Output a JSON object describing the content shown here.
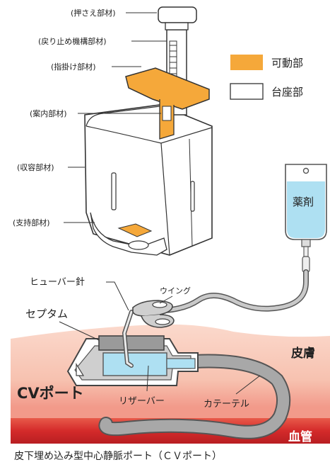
{
  "device_labels": {
    "pusher": "(押さえ部材)",
    "stopper": "(戻り止め機構部材)",
    "finger": "(指掛け部材)",
    "guide": "(案内部材)",
    "housing": "(収容部材)",
    "support": "(支持部材)"
  },
  "legend": {
    "movable": "可動部",
    "base": "台座部",
    "movable_color": "#f5a83a",
    "base_color": "#ffffff"
  },
  "port_labels": {
    "huber_needle": "ヒューバー針",
    "wing": "ウイング",
    "septum": "セプタム",
    "cv_port": "CVポート",
    "reservoir": "リザーバー",
    "catheter": "カテーテル",
    "skin": "皮膚",
    "blood_vessel": "血管",
    "drug": "薬剤"
  },
  "caption": "皮下埋め込み型中心静脈ポート（ＣＶポート）",
  "colors": {
    "skin": "#f8c8b8",
    "vessel": "#d42a2a",
    "reservoir": "#aee0f2",
    "port_body": "#bfbfbf",
    "tube": "#a8a8a8"
  }
}
